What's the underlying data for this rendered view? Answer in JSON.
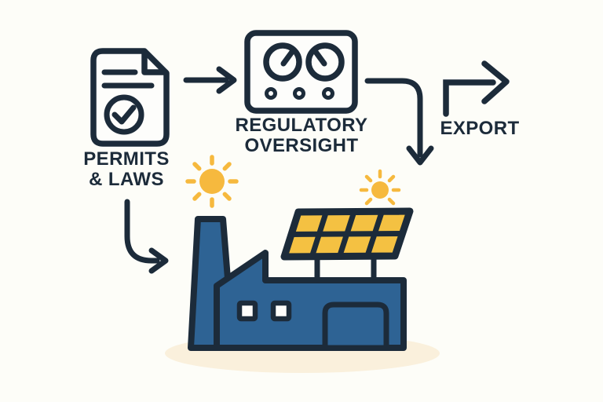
{
  "title": "Solar plant permitting and export process diagram",
  "theme": {
    "background": "#FDFDF8",
    "outline": "#1C2B3A",
    "building_blue": "#2E6394",
    "panel_yellow": "#F4C142",
    "sun_yellow": "#F6B93E",
    "shadow_cream": "#FAF0DC",
    "surface_white": "#FDFDFB"
  },
  "nodes": {
    "permits": {
      "label": "PERMITS\n& LAWS",
      "icon": "document-check-icon"
    },
    "oversight": {
      "label": "REGULATORY\nOVERSIGHT",
      "icon": "gauge-panel-icon"
    },
    "export": {
      "label": "EXPORT",
      "icon": "elbow-arrow-right-icon"
    },
    "plant": {
      "icon": "solar-factory-icon",
      "solar_cells": {
        "rows": 2,
        "cols": 4
      },
      "windows": 2,
      "doors": 1
    }
  },
  "decorations": {
    "suns": [
      {
        "icon": "sun-icon",
        "size": "large"
      },
      {
        "icon": "sun-icon",
        "size": "small"
      }
    ],
    "ground_shadow": "ellipse"
  },
  "connections": [
    {
      "from": "permits",
      "to": "oversight",
      "icon": "arrow-right-icon"
    },
    {
      "from": "oversight",
      "to": "plant",
      "icon": "curved-arrow-down-icon"
    },
    {
      "from": "permits",
      "to": "plant",
      "icon": "curved-arrow-right-icon"
    }
  ]
}
